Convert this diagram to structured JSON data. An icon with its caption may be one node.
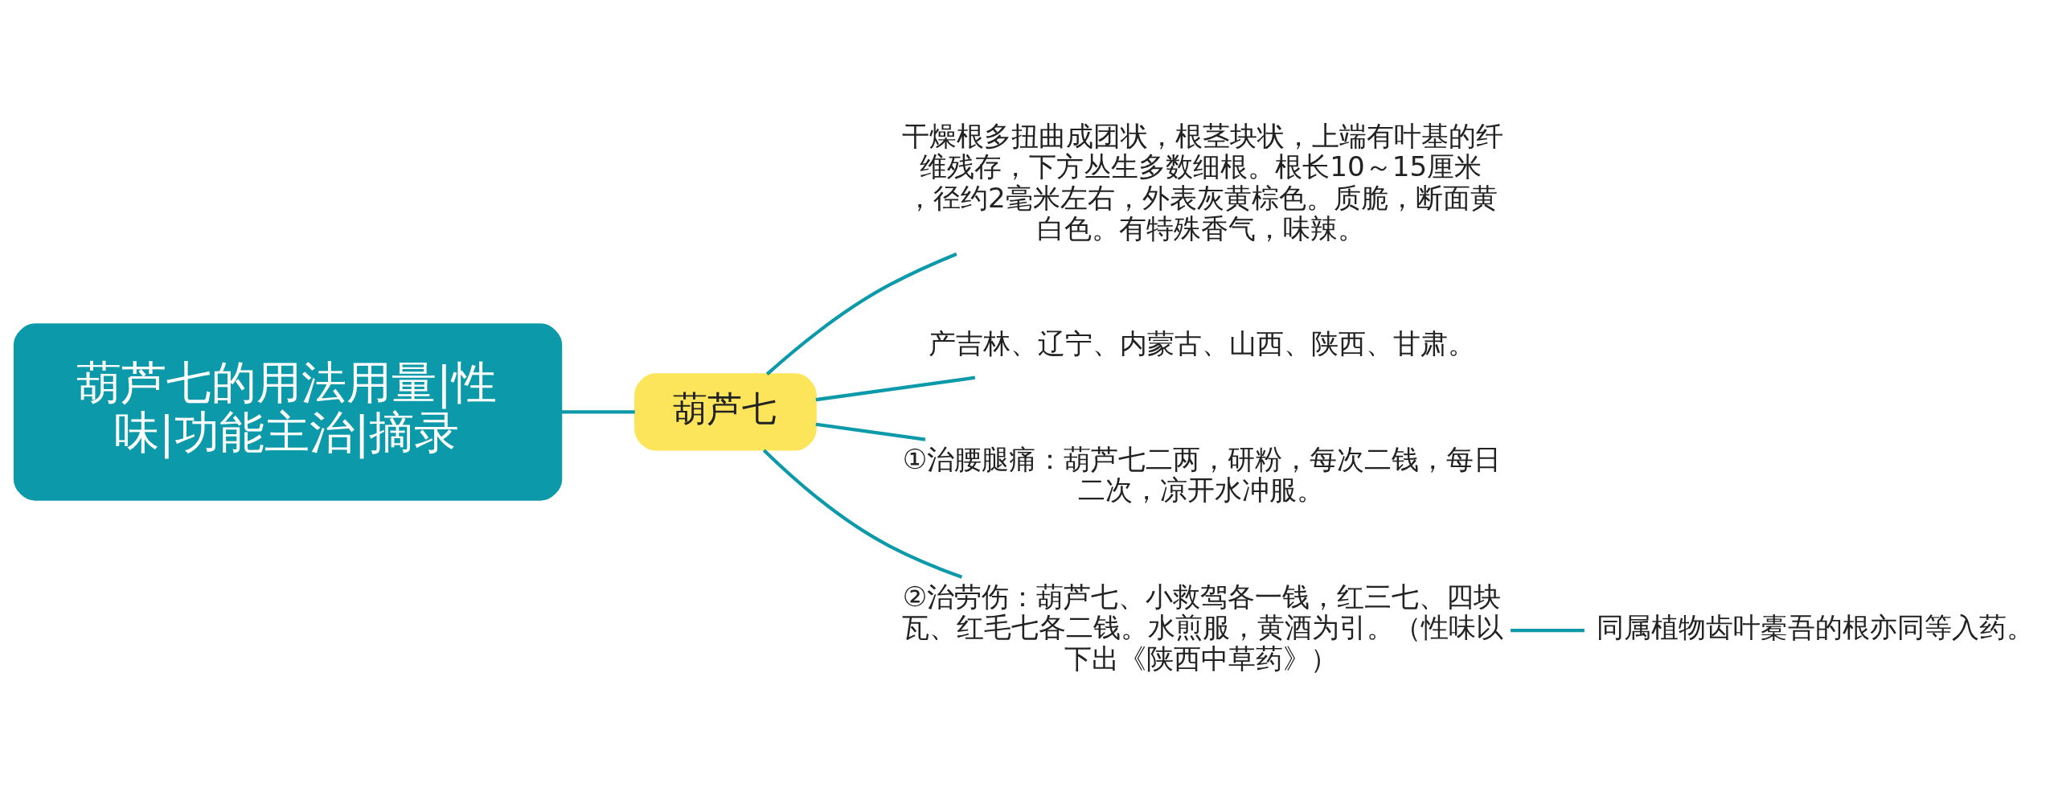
{
  "diagram": {
    "nodes": [
      {
        "text": [
          "葫芦七的用法用量|性味|功能主治|摘录"
        ]
      },
      {
        "text": [
          "葫芦七"
        ]
      },
      {
        "text": [
          "干燥根多扭曲成团状，根茎块状，上端有叶基的纤维残存，下方丛生多数细根。根长10～15厘米，径约2毫米左右，外表灰黄棕色。质脆，断面黄白色。有特殊香气，味辣。"
        ]
      },
      {
        "text": [
          "产吉林、辽宁、内蒙古、山西、陕西、甘肃。"
        ]
      },
      {
        "text": [
          "①治腰腿痛：葫芦七二两，研粉，每次二钱，每日二次，凉开水冲服。"
        ]
      },
      {
        "text": [
          "②治劳伤：葫芦七、小救驾各一钱，红三七、四块瓦、红毛七各二钱。水煎服，黄酒为引。（性味以下出《陕西中草药》）"
        ]
      },
      {
        "text": [
          "同属植物齿叶橐吾的根亦同等入药。"
        ]
      }
    ],
    "edges": [
      {
        "from": 0,
        "to": 1,
        "arrow": "none"
      },
      {
        "from": 1,
        "to": 2,
        "arrow": "none"
      },
      {
        "from": 1,
        "to": 3,
        "arrow": "none"
      },
      {
        "from": 1,
        "to": 4,
        "arrow": "none"
      },
      {
        "from": 1,
        "to": 5,
        "arrow": "none"
      },
      {
        "from": 5,
        "to": 6,
        "arrow": "none"
      }
    ]
  }
}
